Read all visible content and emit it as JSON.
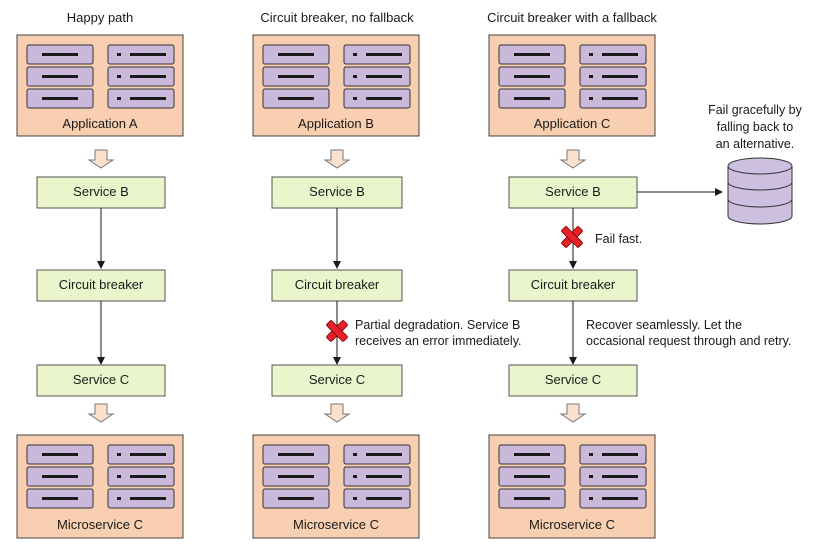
{
  "colors": {
    "app_box": "#f8cfb0",
    "service_box": "#eaf5cc",
    "server_slot": "#c9b8d9",
    "slot_mark": "#1a1a1a",
    "arrow_fill": "#fbe1cd",
    "fail_x": "#e8202a",
    "db_fill": "#cdbfe0"
  },
  "columns": [
    {
      "title": "Happy path",
      "app_label": "Application A",
      "service_b": "Service B",
      "circuit_breaker": "Circuit breaker",
      "service_c": "Service C",
      "microservice_label": "Microservice C"
    },
    {
      "title": "Circuit breaker, no fallback",
      "app_label": "Application B",
      "service_b": "Service B",
      "circuit_breaker": "Circuit breaker",
      "service_c": "Service C",
      "microservice_label": "Microservice C",
      "note": [
        "Partial degradation. Service B",
        "receives an error immediately."
      ]
    },
    {
      "title": "Circuit breaker with a fallback",
      "app_label": "Application C",
      "service_b": "Service B",
      "circuit_breaker": "Circuit breaker",
      "service_c": "Service C",
      "microservice_label": "Microservice C",
      "fail_fast": "Fail fast.",
      "recover_note": [
        "Recover seamlessly. Let the",
        "occasional request through and retry."
      ],
      "fallback_note": [
        "Fail gracefully by",
        "falling back to",
        "an alternative."
      ]
    }
  ],
  "icons": {
    "server": "server-rack-icon",
    "database": "database-icon",
    "failure": "failure-x-icon",
    "down_arrow": "down-arrow-icon"
  }
}
